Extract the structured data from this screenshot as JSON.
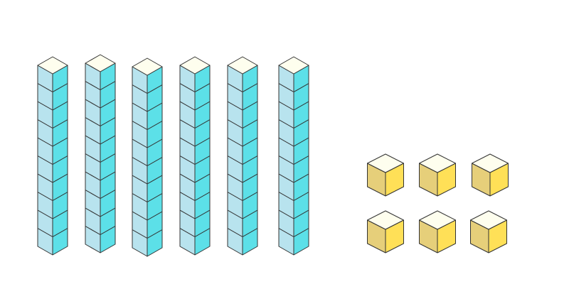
{
  "blocks": {
    "tens_rods": 6,
    "cubes_per_rod": 10,
    "unit_cubes": 6
  },
  "colors": {
    "rod_left": "#b8e3ee",
    "rod_right": "#5ce0e8",
    "rod_top": "#fefeee",
    "unit_left": "#e6cf7a",
    "unit_right": "#ffe057",
    "unit_top": "#fefeee",
    "stroke": "#333333"
  }
}
